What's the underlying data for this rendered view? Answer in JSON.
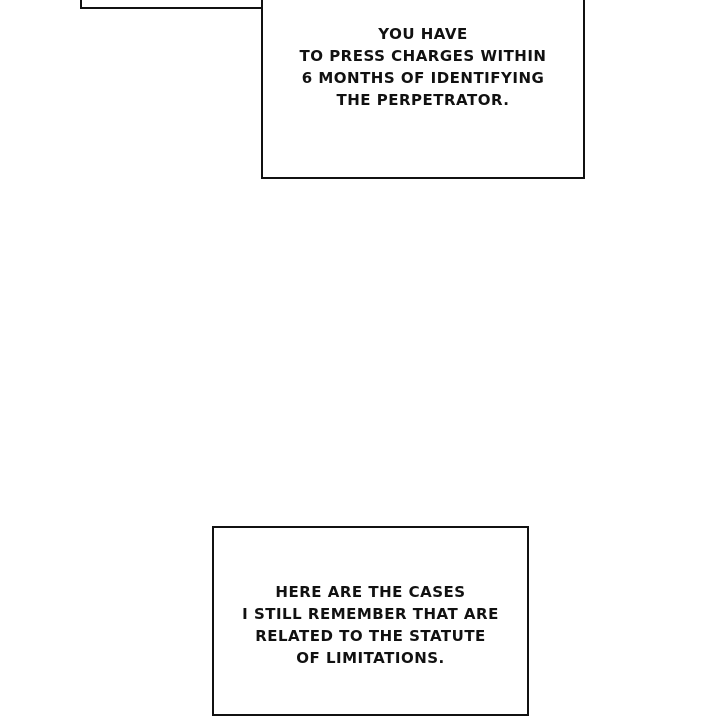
{
  "captions": [
    {
      "lines": [
        "YOU HAVE",
        "TO PRESS CHARGES WITHIN",
        "6 MONTHS OF IDENTIFYING",
        "THE PERPETRATOR."
      ]
    },
    {
      "lines": [
        "HERE ARE THE CASES",
        "I STILL REMEMBER THAT ARE",
        "RELATED TO THE STATUTE",
        "OF LIMITATIONS."
      ]
    }
  ]
}
